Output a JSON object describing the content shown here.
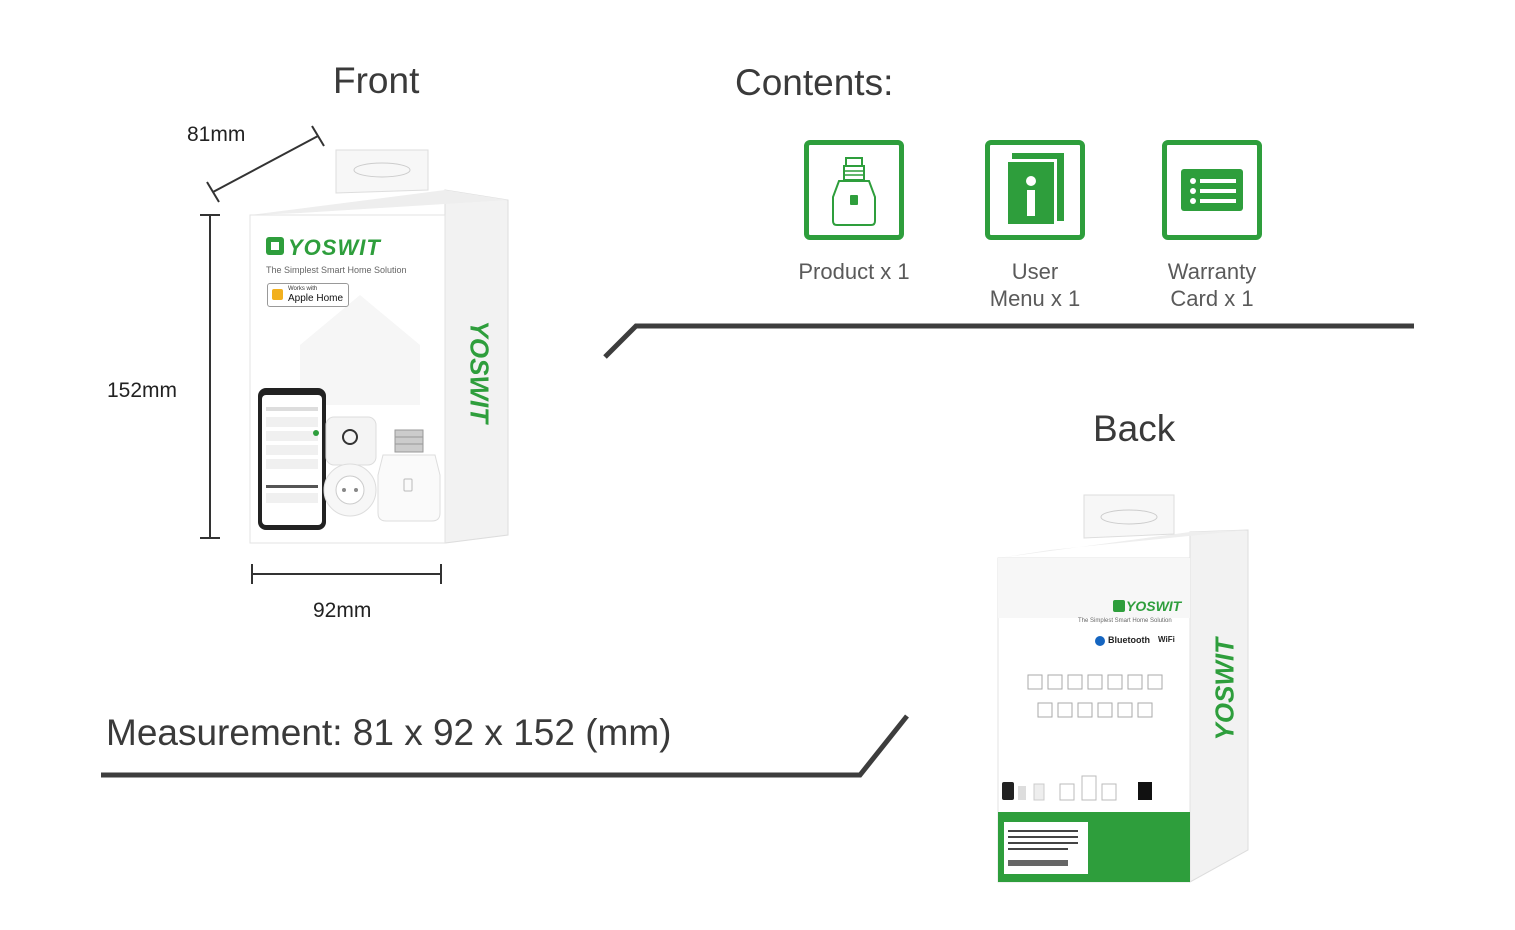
{
  "headings": {
    "front": "Front",
    "contents": "Contents:",
    "back": "Back"
  },
  "dimensions": {
    "depth": "81mm",
    "height": "152mm",
    "width": "92mm"
  },
  "measurement": "Measurement: 81 x 92 x 152 (mm)",
  "contents": [
    {
      "lines": [
        "Product x 1"
      ],
      "icon": "bulb-socket-icon"
    },
    {
      "lines": [
        "User",
        "Menu x 1"
      ],
      "icon": "info-manual-icon"
    },
    {
      "lines": [
        "Warranty",
        "Card x 1"
      ],
      "icon": "list-card-icon"
    }
  ],
  "box_front": {
    "brand": "YOSWIT",
    "tagline": "The Simplest Smart Home Solution",
    "badge_small": "Works with",
    "badge_large": "Apple Home"
  },
  "box_back": {
    "brand": "YOSWIT",
    "tagline": "The Simplest Smart Home Solution",
    "bluetooth": "Bluetooth",
    "wifi": "WiFi"
  },
  "colors": {
    "accent_green": "#2e9e3c",
    "rule_gray": "#3d3d3d"
  }
}
